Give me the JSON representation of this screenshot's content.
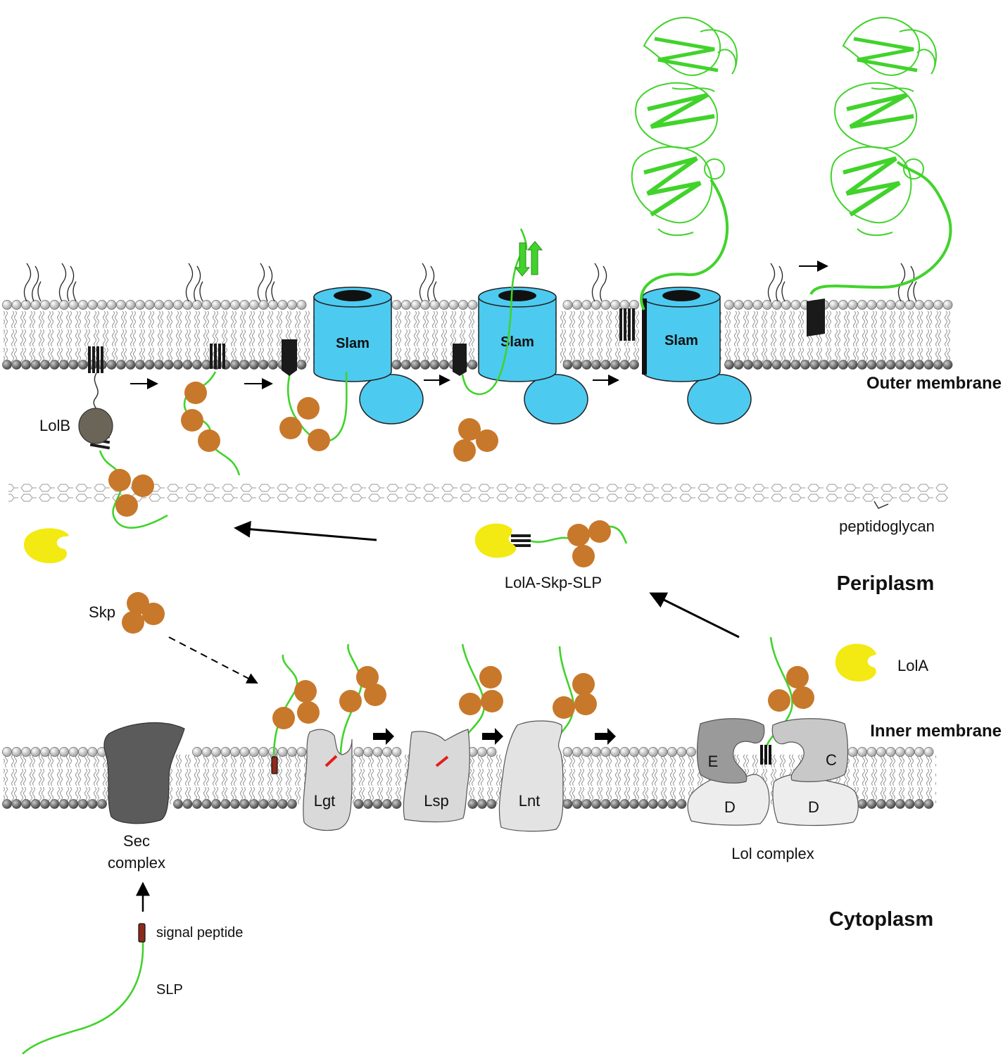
{
  "regions": {
    "outer_membrane": "Outer membrane",
    "periplasm": "Periplasm",
    "inner_membrane": "Inner membrane",
    "cytoplasm": "Cytoplasm",
    "peptidoglycan": "peptidoglycan"
  },
  "proteins": {
    "slam": "Slam",
    "lolb": "LolB",
    "skp": "Skp",
    "lola": "LolA",
    "lola_complex": "LolA-Skp-SLP",
    "lgt": "Lgt",
    "lsp": "Lsp",
    "lnt": "Lnt",
    "sec_line1": "Sec",
    "sec_line2": "complex",
    "lol_complex": "Lol complex",
    "lol_e": "E",
    "lol_c": "C",
    "lol_d": "D"
  },
  "substrate": {
    "signal_peptide": "signal peptide",
    "slp": "SLP"
  },
  "colors": {
    "slam": "#4dcaf0",
    "skp": "#c8782a",
    "lola": "#f2ea12",
    "slp_chain": "#41d32b",
    "lolb": "#6b6558",
    "sec": "#5b5b5b",
    "enzyme": "#d9d9d9",
    "lol_dark": "#9a9a9a",
    "lol_light": "#e8e8e8",
    "signal_peptide": "#c0392b"
  }
}
